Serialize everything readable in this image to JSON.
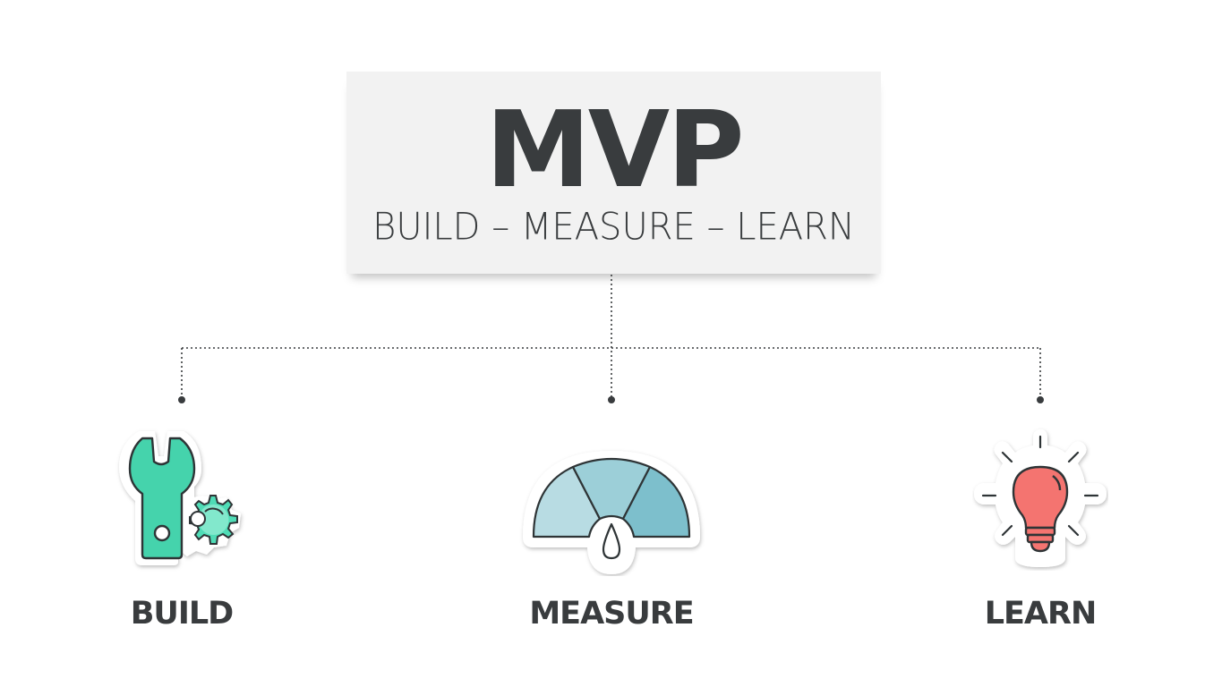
{
  "header": {
    "title": "MVP",
    "subtitle": "BUILD – MEASURE – LEARN"
  },
  "steps": [
    {
      "label": "BUILD",
      "icon": "wrench-gear-icon",
      "color": "#45d3ac"
    },
    {
      "label": "MEASURE",
      "icon": "gauge-icon",
      "color": "#9ccfd8"
    },
    {
      "label": "LEARN",
      "icon": "lightbulb-icon",
      "color": "#f47470"
    }
  ],
  "colors": {
    "text": "#393c3e",
    "card": "#f2f2f2",
    "connector": "#393c3e"
  }
}
